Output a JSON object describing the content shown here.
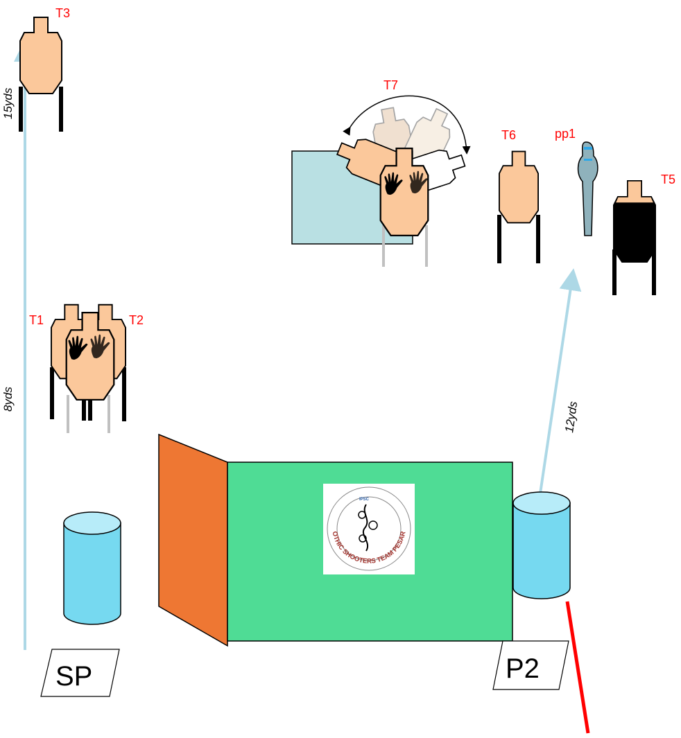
{
  "targets": {
    "t1": "T1",
    "t2": "T2",
    "t3": "T3",
    "t5": "T5",
    "t6": "T6",
    "t7": "T7",
    "pp1": "pp1"
  },
  "distances": {
    "d15": "15yds",
    "d8": "8yds",
    "d12": "12yds"
  },
  "positions": {
    "sp": "SP",
    "p2": "P2"
  },
  "logo": {
    "top_text": "IPSC",
    "ring_text": "GOTHIC SHOOTERS TEAM PESARO"
  },
  "colors": {
    "target_fill": "#fbc89b",
    "barrel_fill": "#76d9f0",
    "barrel_top": "#b7ecf9",
    "wall_green": "#4fdc95",
    "wall_orange": "#ee7733",
    "cover_box": "#b9e0e3",
    "arrow": "#add8e6",
    "fault_line": "#ff0000",
    "label_red": "#ff0000"
  }
}
